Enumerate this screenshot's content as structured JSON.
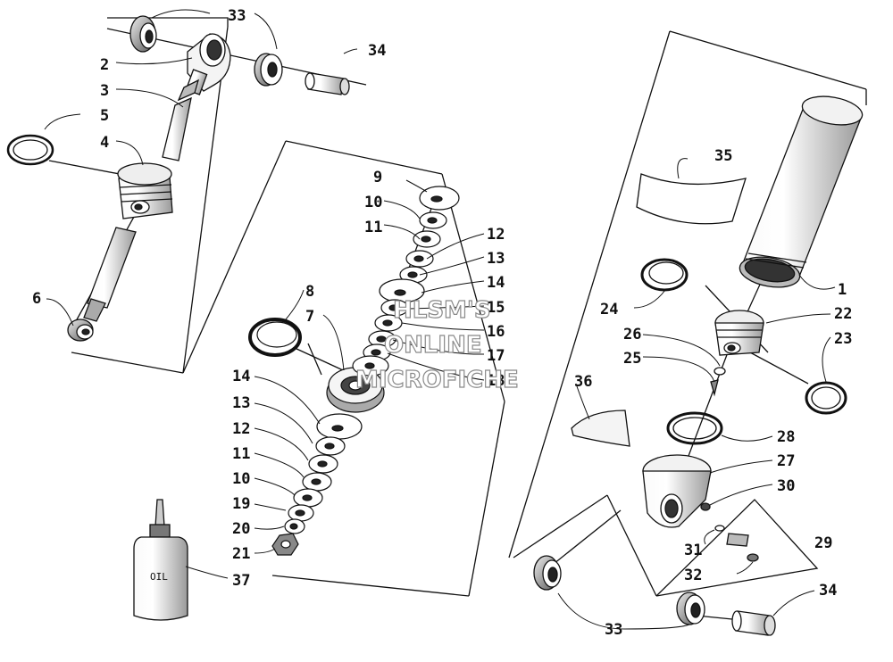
{
  "callouts": [
    "1",
    "2",
    "3",
    "4",
    "5",
    "6",
    "7",
    "8",
    "9",
    "10",
    "11",
    "12",
    "13",
    "14",
    "15",
    "16",
    "17",
    "18",
    "19",
    "20",
    "21",
    "22",
    "23",
    "24",
    "25",
    "26",
    "27",
    "28",
    "29",
    "30",
    "31",
    "32",
    "33",
    "34",
    "35",
    "36",
    "37"
  ],
  "oil_bottle_label": "OIL",
  "watermark": [
    "HLSM'S",
    "ONLINE",
    "MICROFICHE"
  ]
}
